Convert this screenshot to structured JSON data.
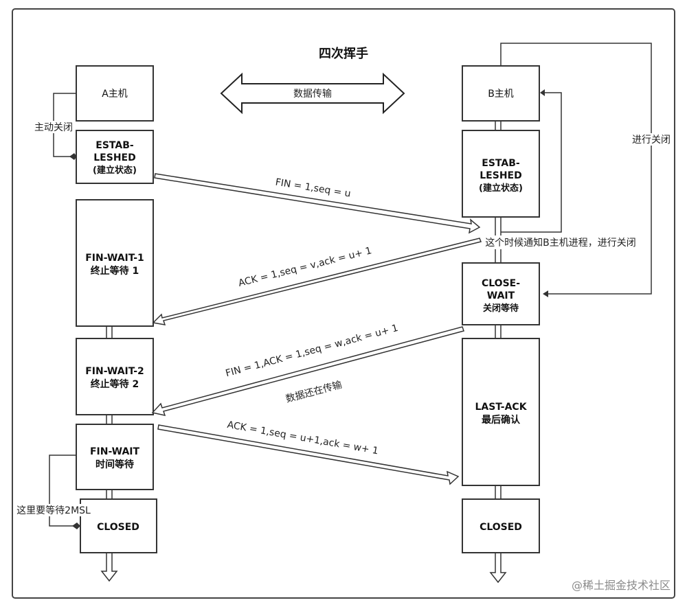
{
  "title": "四次挥手",
  "data_transfer": "数据传输",
  "host_a": "A主机",
  "host_b": "B主机",
  "a_states": {
    "estab": [
      "ESTAB-",
      "LESHED",
      "(建立状态)"
    ],
    "fin_wait_1": [
      "FIN-WAIT-1",
      "终止等待 1"
    ],
    "fin_wait_2": [
      "FIN-WAIT-2",
      "终止等待 2"
    ],
    "time_wait": [
      "FIN-WAIT",
      "时间等待"
    ],
    "closed": "CLOSED"
  },
  "b_states": {
    "estab": [
      "ESTAB-",
      "LESHED",
      "(建立状态)"
    ],
    "close_wait": [
      "CLOSE-",
      "WAIT",
      "关闭等待"
    ],
    "last_ack": [
      "LAST-ACK",
      "最后确认"
    ],
    "closed": "CLOSED"
  },
  "labels": {
    "active_close": "主动关闭",
    "passive_close": "进行关闭",
    "notify_b": "这个时候通知B主机进程，进行关闭",
    "wait_2msl": "这里要等待2MSL",
    "still_transfer": "数据还在传输"
  },
  "messages": {
    "m1": "FIN = 1,seq = u",
    "m2": "ACK = 1,seq = v,ack = u+ 1",
    "m3": "FIN = 1,ACK = 1,seq = w,ack = u+ 1",
    "m4": "ACK = 1,seq = u+1,ack = w+ 1"
  },
  "watermark": "@稀土掘金技术社区",
  "colors": {
    "line": "#333333",
    "fill": "#ffffff",
    "frame": "#444444"
  }
}
